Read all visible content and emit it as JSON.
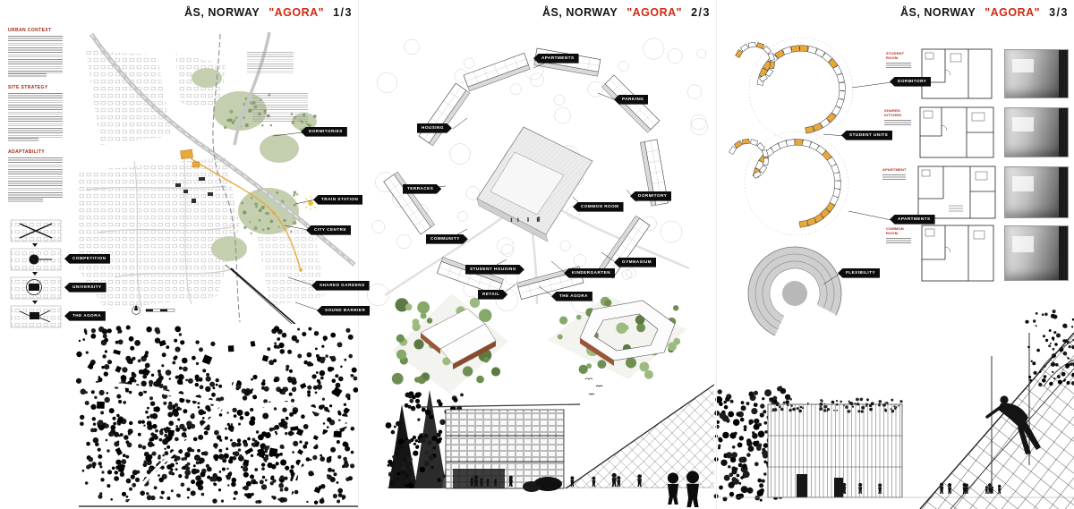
{
  "colors": {
    "accent-red": "#cf2a12",
    "accent-yellow": "#e9a83a",
    "sage-green": "#c3cfae",
    "ink": "#111111"
  },
  "boards": [
    {
      "title": {
        "city": "ÅS, NORWAY",
        "project": "\"AGORA\"",
        "page": "1/3"
      },
      "text_sections": [
        {
          "heading": "URBAN CONTEXT"
        },
        {
          "heading": "SITE STRATEGY"
        },
        {
          "heading": "ADAPTABILITY"
        }
      ],
      "diagram_callouts": [
        "COMPETITION",
        "UNIVERSITY",
        "THE AGORA"
      ],
      "map_callouts": [
        "DORMITORIES",
        "TRAIN STATION",
        "CITY CENTRE",
        "SHARED GARDENS",
        "SOUND BARRIER"
      ]
    },
    {
      "title": {
        "city": "ÅS, NORWAY",
        "project": "\"AGORA\"",
        "page": "2/3"
      },
      "axon_callouts": [
        "APARTMENTS",
        "PARKING",
        "HOUSING",
        "TERRACES",
        "COMMON ROOM",
        "DORMITORY",
        "COMMUNITY",
        "STUDENT HOUSING",
        "KINDERGARTEN",
        "GYMNASIUM",
        "RETAIL",
        "THE AGORA"
      ]
    },
    {
      "title": {
        "city": "ÅS, NORWAY",
        "project": "\"AGORA\"",
        "page": "3/3"
      },
      "axon_callouts": [
        "DORMITORY",
        "STUDENT UNITS",
        "APARTMENTS",
        "FLEXIBILITY"
      ],
      "plan_rows": [
        {
          "label": "STUDENT ROOM"
        },
        {
          "label": "SHARED KITCHEN"
        },
        {
          "label": "APARTMENT"
        },
        {
          "label": "COMMON ROOM"
        }
      ]
    }
  ]
}
